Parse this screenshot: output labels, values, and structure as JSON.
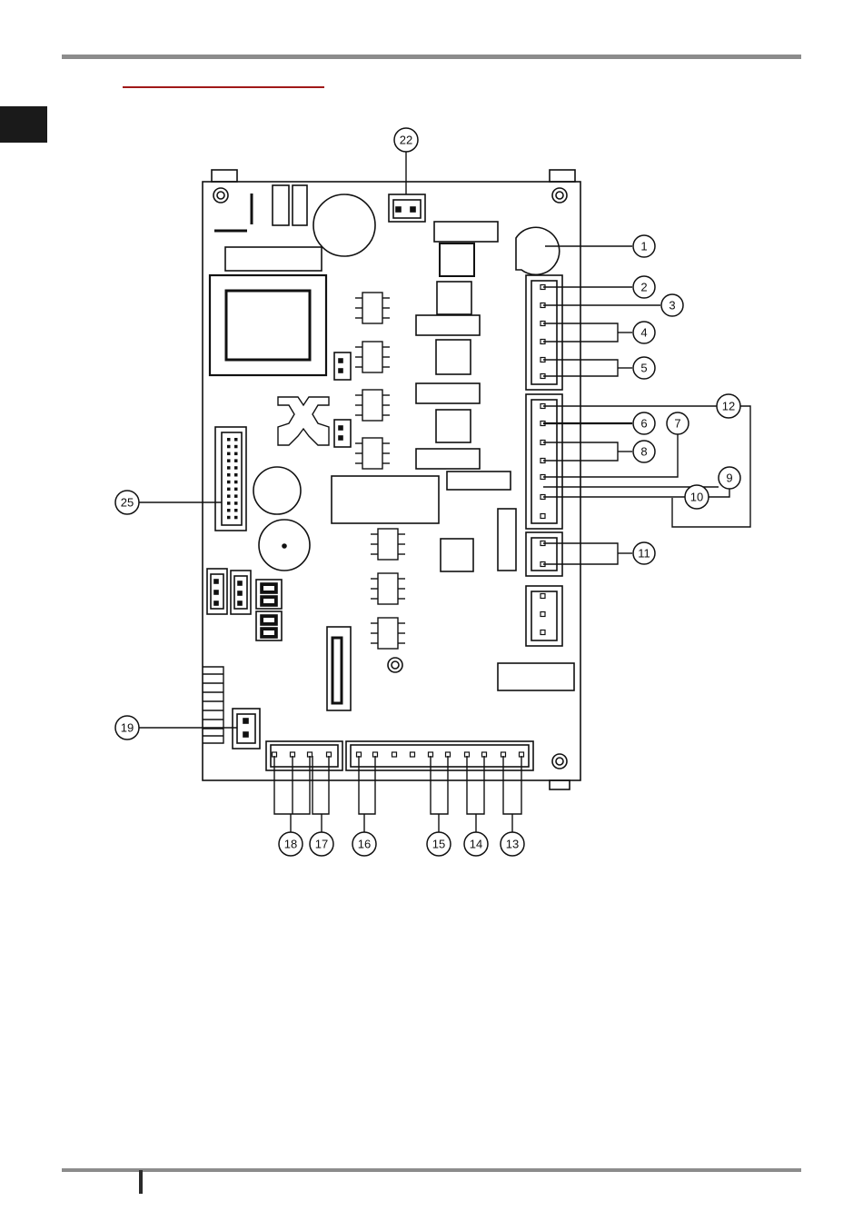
{
  "callouts": [
    {
      "id": "c1",
      "label": "1"
    },
    {
      "id": "c2",
      "label": "2"
    },
    {
      "id": "c3",
      "label": "3"
    },
    {
      "id": "c4",
      "label": "4"
    },
    {
      "id": "c5",
      "label": "5"
    },
    {
      "id": "c6",
      "label": "6"
    },
    {
      "id": "c7",
      "label": "7"
    },
    {
      "id": "c8",
      "label": "8"
    },
    {
      "id": "c9",
      "label": "9"
    },
    {
      "id": "c10",
      "label": "10"
    },
    {
      "id": "c11",
      "label": "11"
    },
    {
      "id": "c12",
      "label": "12"
    },
    {
      "id": "c13",
      "label": "13"
    },
    {
      "id": "c14",
      "label": "14"
    },
    {
      "id": "c15",
      "label": "15"
    },
    {
      "id": "c16",
      "label": "16"
    },
    {
      "id": "c17",
      "label": "17"
    },
    {
      "id": "c18",
      "label": "18"
    },
    {
      "id": "c19",
      "label": "19"
    },
    {
      "id": "c22",
      "label": "22"
    },
    {
      "id": "c25",
      "label": "25"
    }
  ]
}
